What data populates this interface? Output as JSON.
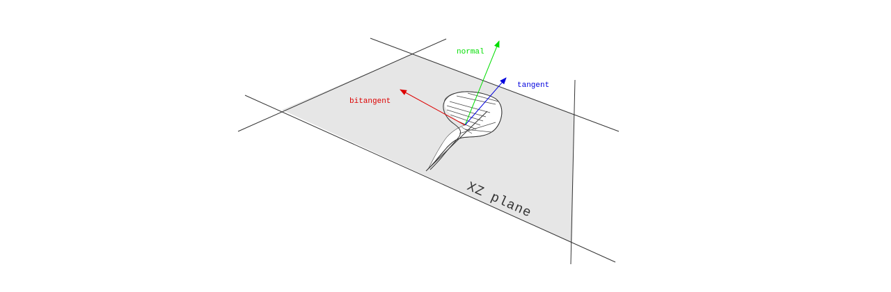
{
  "labels": {
    "normal": "normal",
    "tangent": "tangent",
    "bitangent": "bitangent",
    "plane": "XZ plane"
  },
  "colors": {
    "normal": "#00dd00",
    "tangent": "#0000dd",
    "bitangent": "#dd0000",
    "plane_fill": "#e6e6e6",
    "line": "#333333"
  }
}
